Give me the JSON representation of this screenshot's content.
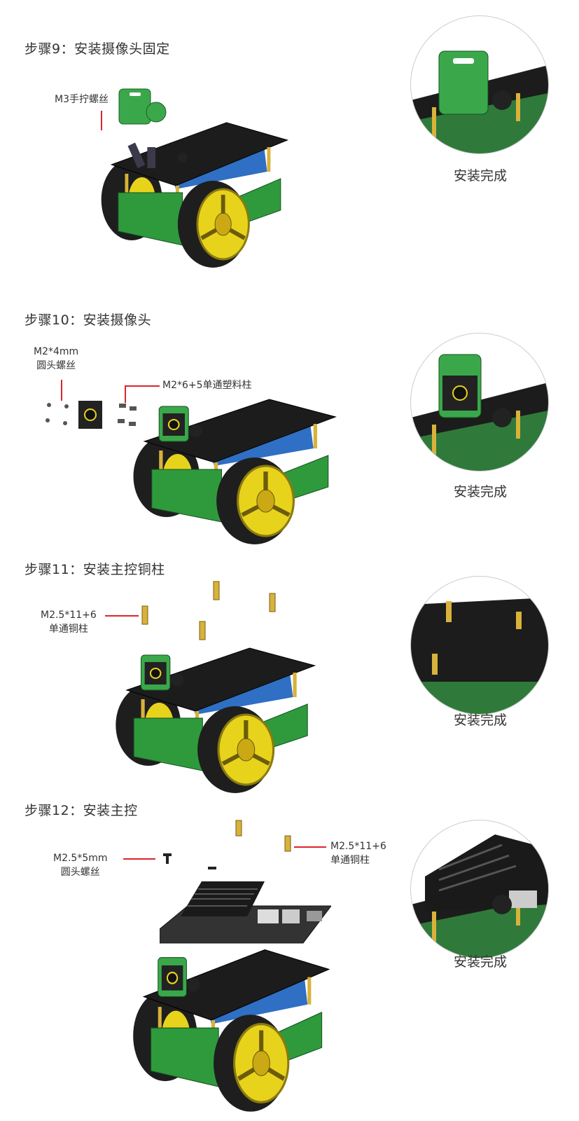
{
  "steps": [
    {
      "title": "步骤9：安装摄像头固定",
      "done": "安装完成",
      "callouts": [
        {
          "text": "M3手拧螺丝"
        }
      ]
    },
    {
      "title": "步骤10：安装摄像头",
      "done": "安装完成",
      "callouts": [
        {
          "line1": "M2*4mm",
          "line2": "圆头螺丝"
        },
        {
          "text": "M2*6+5单通塑料柱"
        }
      ]
    },
    {
      "title": "步骤11：安装主控铜柱",
      "done": "安装完成",
      "callouts": [
        {
          "line1": "M2.5*11+6",
          "line2": "单通铜柱"
        }
      ]
    },
    {
      "title": "步骤12：安装主控",
      "done": "安装完成",
      "callouts": [
        {
          "line1": "M2.5*5mm",
          "line2": "圆头螺丝"
        },
        {
          "line1": "M2.5*11+6",
          "line2": "单通铜柱"
        }
      ]
    }
  ],
  "colors": {
    "accent": "#d9262b",
    "chassis_green": "#2f9a3c",
    "wheel_yellow": "#e8d31c",
    "plate": "#1c1c1c",
    "battery": "#2f6fc4"
  }
}
